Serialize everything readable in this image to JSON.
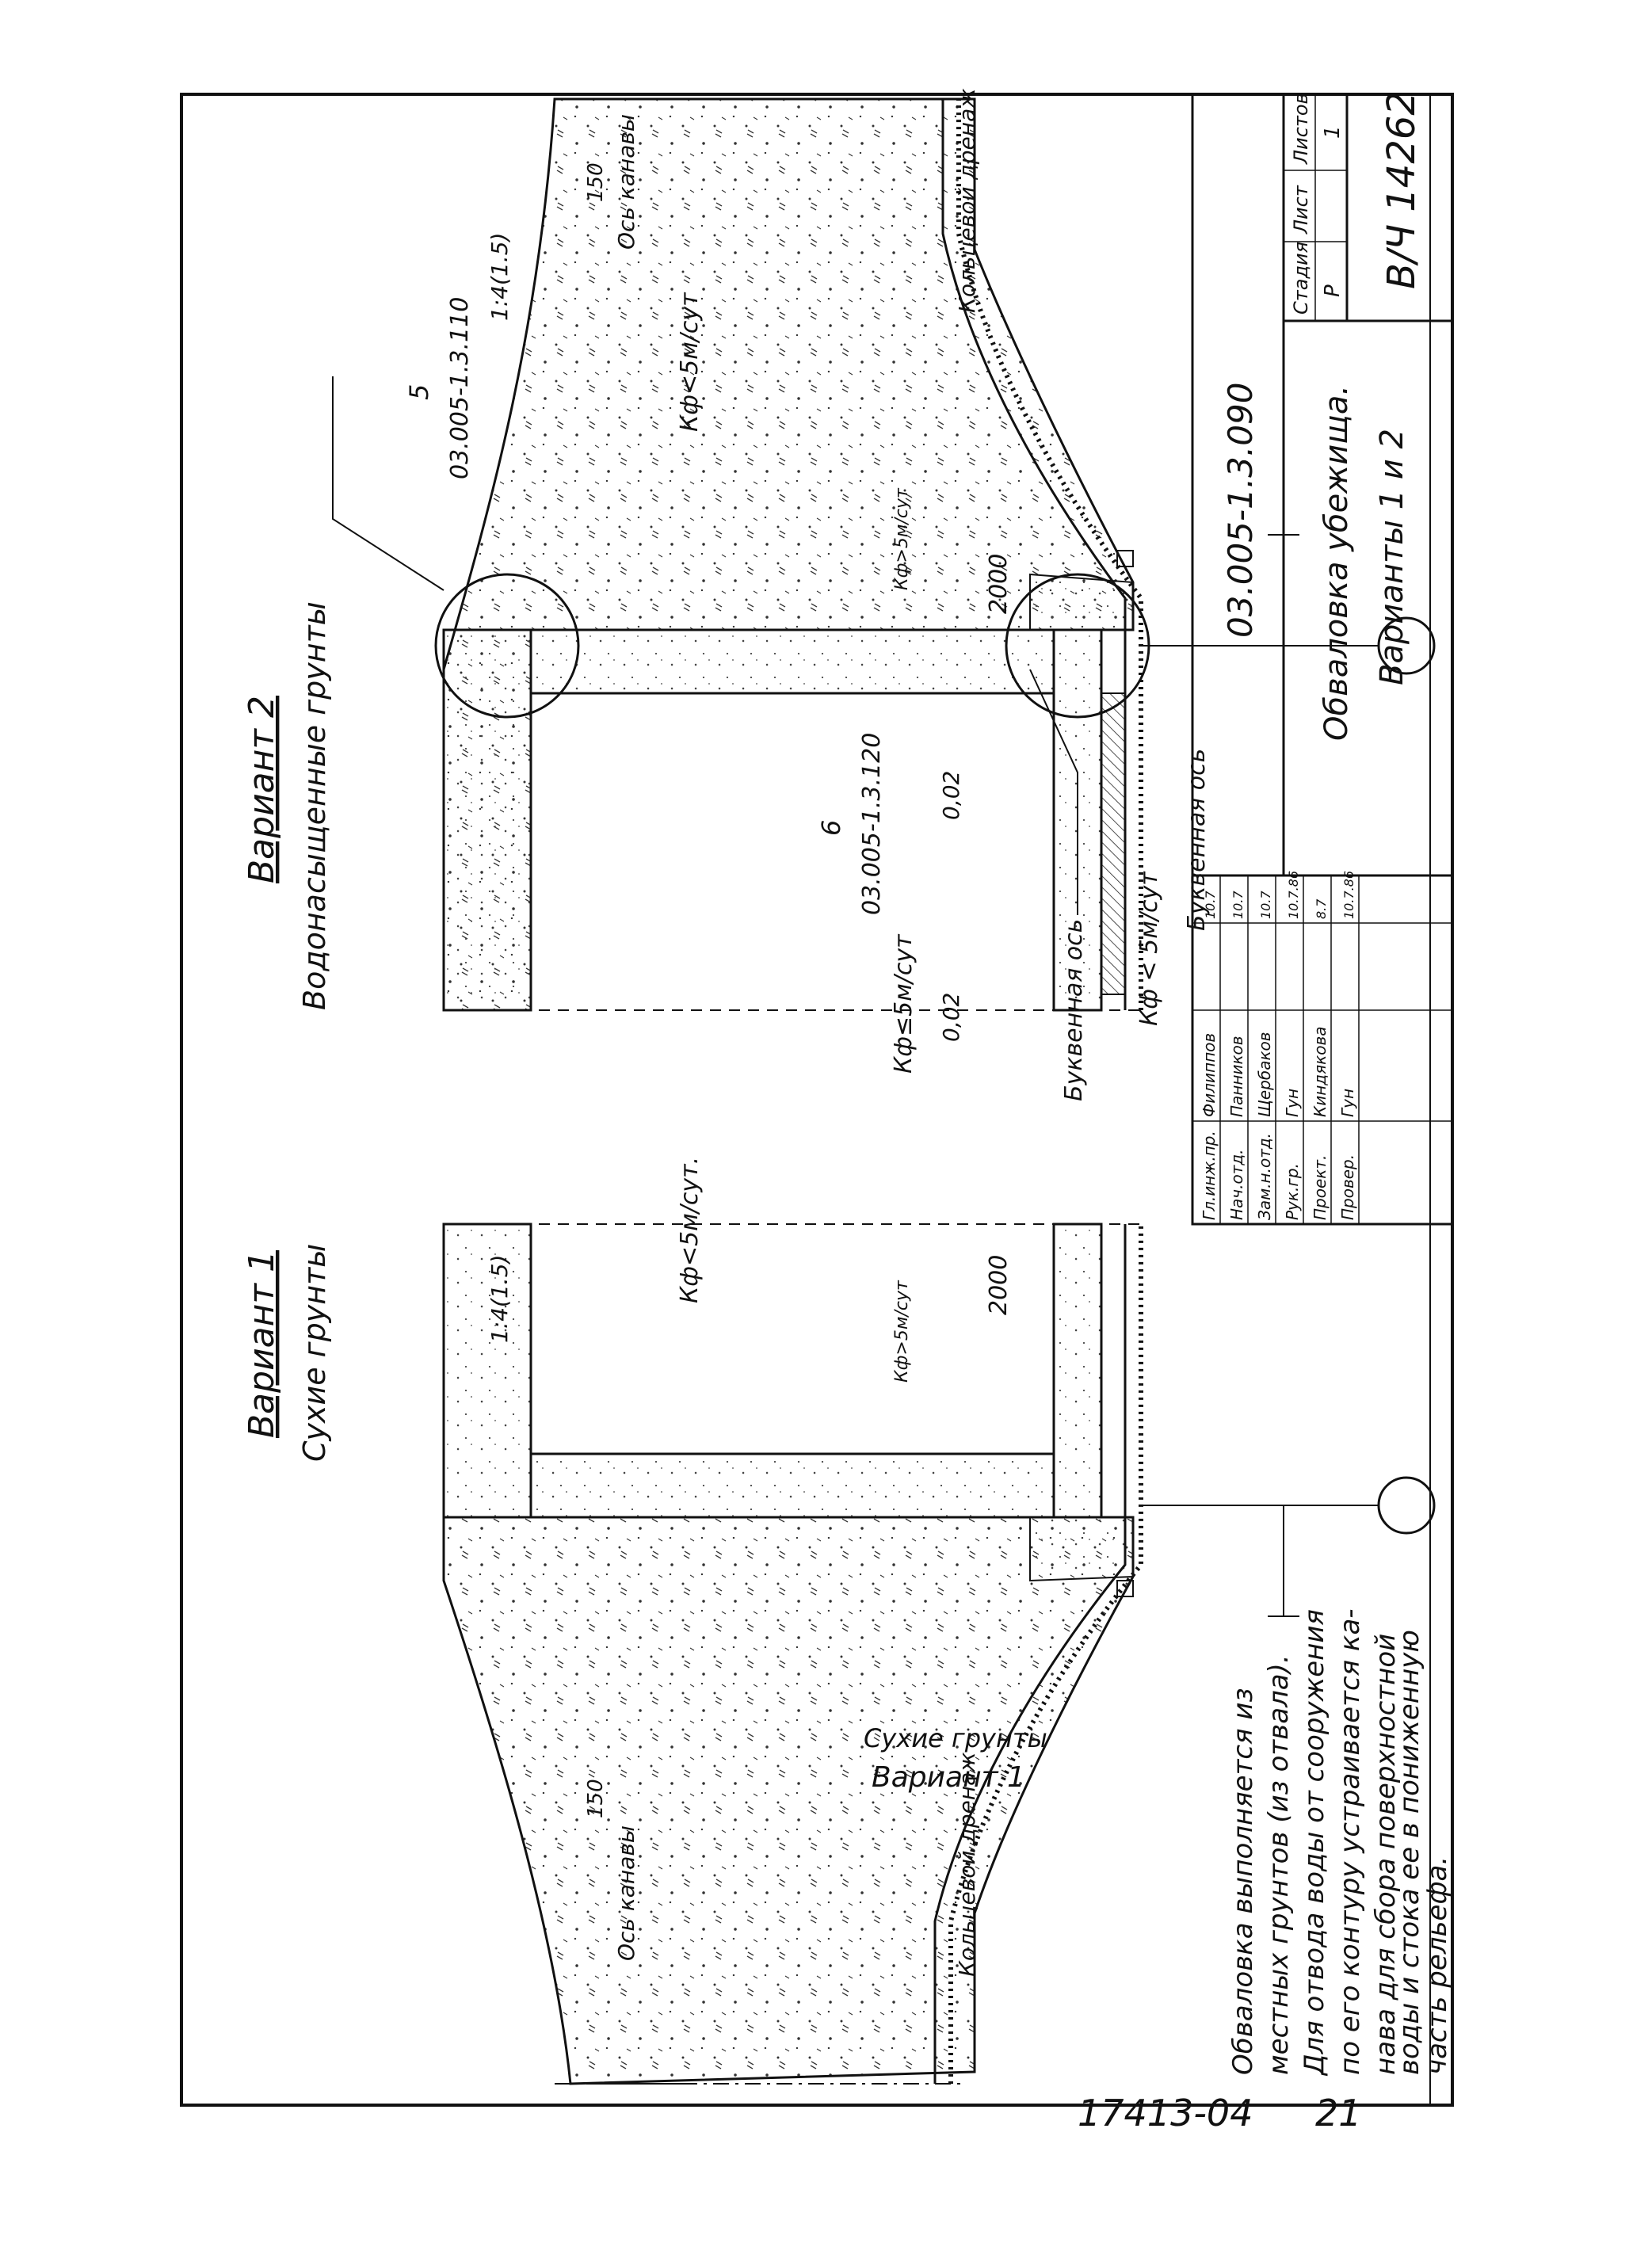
{
  "variant1": {
    "title": "Вариант 1",
    "subtitle": "Сухие грунты",
    "slope": "1:4(1.5)",
    "kf_soil": "Кф<5м/сут.",
    "kf_drain": "Кф>5м/сут",
    "kf_base": "Кф≤5м/сут",
    "gradient": "0,02",
    "axis": "Буквенная ось",
    "dim_2000": "2000",
    "dim_150": "150",
    "ditch_axis": "Ось канавы",
    "ring_drain": "Кольцевой дренаж"
  },
  "variant2": {
    "title": "Вариант 2",
    "subtitle": "Водонасыщенные грунты",
    "slope": "1:4(1.5)",
    "kf_soil": "Кф<5м/сут",
    "kf_drain": "Кф>5м/сут",
    "kf_base": "Кф < 5м/сут",
    "gradient": "0,02",
    "axis": "Буквенная ось",
    "dim_2000": "2000",
    "dim_150": "150",
    "ditch_axis": "Ось канавы",
    "ring_drain": "Кольцевой дренаж",
    "callout_5_num": "5",
    "callout_5_ref": "03.005-1.3.110",
    "callout_6_num": "6",
    "callout_6_ref": "03.005-1.3.120"
  },
  "note": {
    "lines": [
      "Обваловка выполняется из",
      "местных грунтов (из отвала).",
      "Для отвода воды от сооружения",
      "по его контуру устраивается ка-",
      "нава для сбора поверхностной",
      "воды и стока ее в пониженную",
      "часть рельефа."
    ]
  },
  "title_block": {
    "signatures": [
      {
        "role": "Гл.инж.пр.",
        "name": "Филиппов",
        "date": "10.7"
      },
      {
        "role": "Нач.отд.",
        "name": "Панников",
        "date": "10.7"
      },
      {
        "role": "Зам.н.отд.",
        "name": "Щербаков",
        "date": "10.7"
      },
      {
        "role": "Рук.гр.",
        "name": "Гун",
        "date": "10.7.86"
      },
      {
        "role": "Проект.",
        "name": "Киндякова",
        "date": "8.7"
      },
      {
        "role": "Провер.",
        "name": "Гун",
        "date": "10.7.86"
      }
    ],
    "code": "03.005-1.3.090",
    "name_line1": "Обваловка убежища.",
    "name_line2": "Варианты 1 и 2",
    "stage_header": "Стадия",
    "sheet_header": "Лист",
    "sheets_header": "Листов",
    "stage": "Р",
    "sheet": "",
    "sheets": "1",
    "org": "В/Ч 14262"
  },
  "footer": {
    "number": "17413-04",
    "page": "21"
  }
}
